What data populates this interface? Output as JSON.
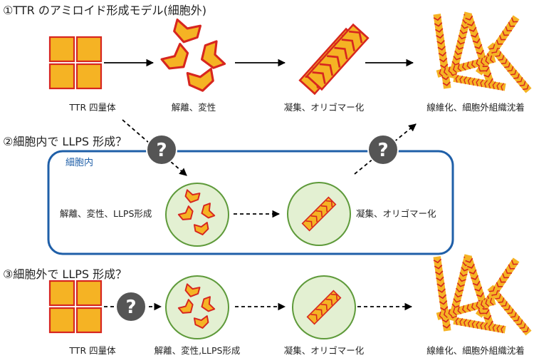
{
  "section1": {
    "title": "①TTR のアミロイド形成モデル(細胞外)",
    "labels": [
      "TTR 四量体",
      "解離、変性",
      "凝集、オリゴマー化",
      "線維化、細胞外組織沈着"
    ]
  },
  "section2": {
    "title": "②細胞内で LLPS 形成？",
    "cell_label": "細胞内",
    "left_label": "解離、変性、LLPS形成",
    "right_label": "凝集、オリゴマー化"
  },
  "section3": {
    "title": "③細胞外で LLPS 形成？",
    "labels": [
      "TTR 四量体",
      "解離、変性,LLPS形成",
      "凝集、オリゴマー化",
      "線維化、細胞外組織沈着"
    ]
  },
  "question_mark": "?",
  "colors": {
    "fill": "#F5B324",
    "outline": "#D7261F",
    "cell_border": "#1F5FA8",
    "droplet_fill": "#E3F0D2",
    "droplet_border": "#5E9A3A",
    "question_bg": "#555555"
  }
}
